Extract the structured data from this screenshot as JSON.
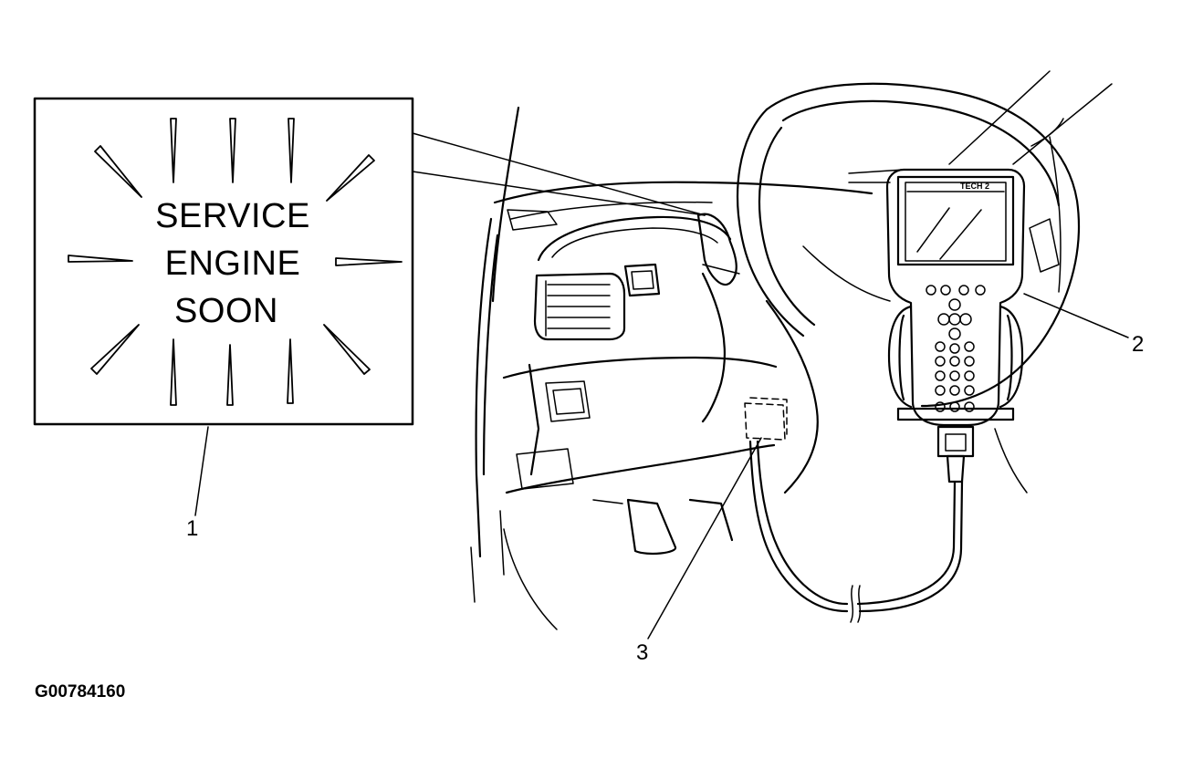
{
  "warning_lamp": {
    "line1": "SERVICE",
    "line2": "ENGINE",
    "line3": "SOON"
  },
  "tool": {
    "screen_brand": "TECH 2"
  },
  "callouts": {
    "c1": "1",
    "c2": "2",
    "c3": "3"
  },
  "figure_code": "G00784160"
}
